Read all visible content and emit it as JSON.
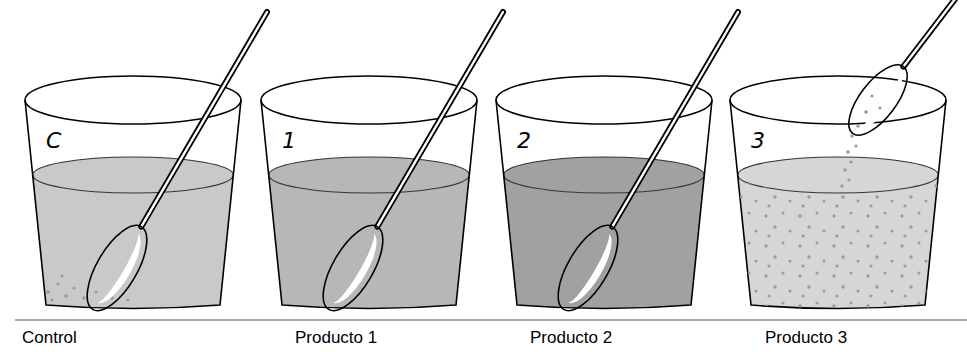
{
  "diagram": {
    "nodes": [
      {
        "text": [
          "C",
          "Control"
        ]
      },
      {
        "text": [
          "1",
          "Producto 1"
        ]
      },
      {
        "text": [
          "2",
          "Producto 2"
        ]
      },
      {
        "text": [
          "3",
          "Producto 3"
        ]
      }
    ]
  }
}
